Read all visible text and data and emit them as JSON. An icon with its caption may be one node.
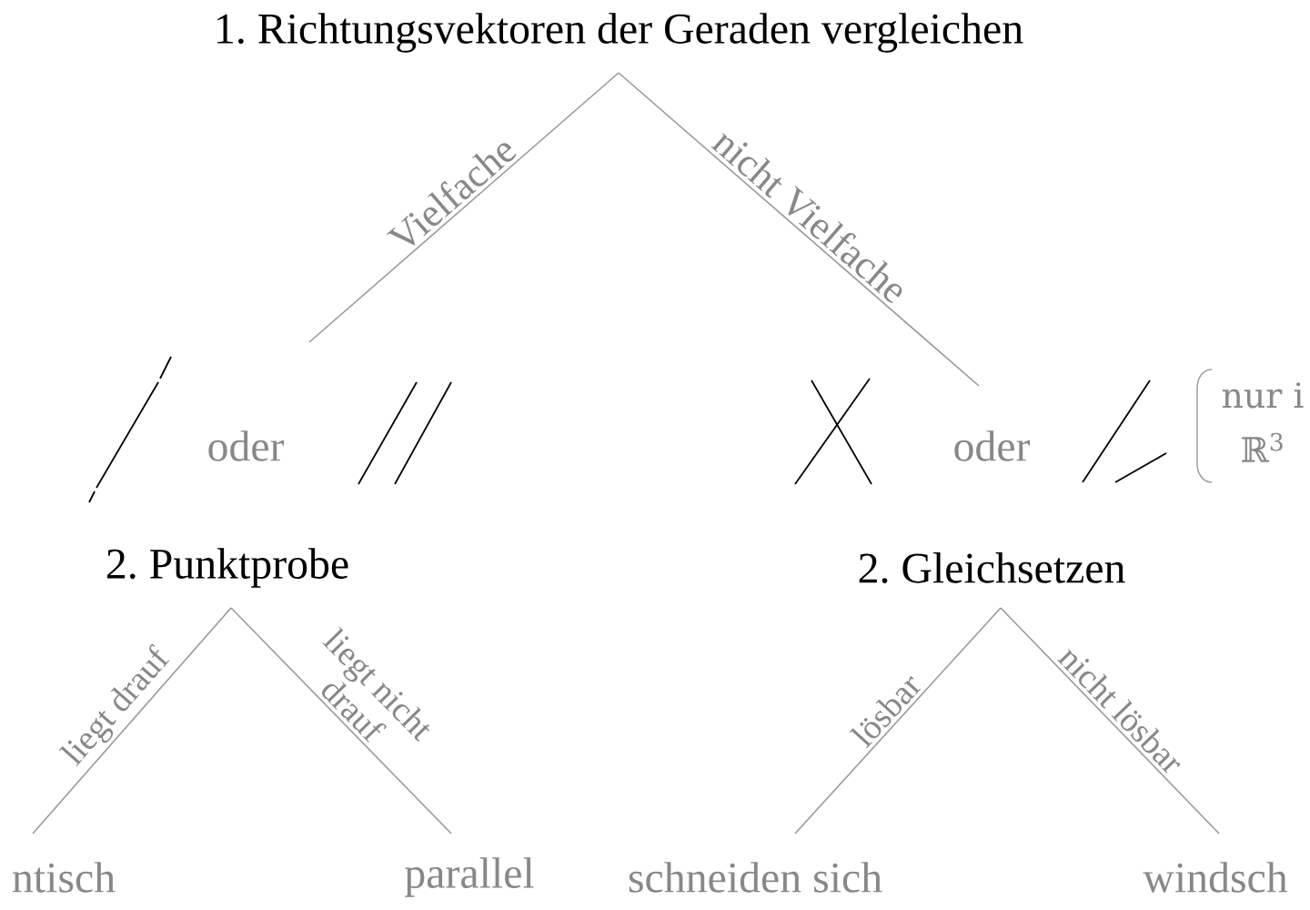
{
  "diagram": {
    "nodes": [
      {
        "text": [
          "1. Richtungsvektoren der Geraden vergleichen"
        ]
      },
      {
        "text": [
          "oder"
        ]
      },
      {
        "text": [
          "oder"
        ]
      },
      {
        "text": [
          "2. Punktprobe"
        ]
      },
      {
        "text": [
          "2. Gleichsetzen"
        ]
      },
      {
        "text": [
          "ntisch"
        ]
      },
      {
        "text": [
          "parallel"
        ]
      },
      {
        "text": [
          "schneiden sich"
        ]
      },
      {
        "text": [
          "windsch"
        ]
      }
    ],
    "edges": [
      {
        "from": 0,
        "to": 1,
        "arrow": "none",
        "label": "Vielfache"
      },
      {
        "from": 0,
        "to": 2,
        "arrow": "none",
        "label": "nicht Vielfache"
      },
      {
        "from": 3,
        "to": 5,
        "arrow": "none",
        "label": "liegt drauf"
      },
      {
        "from": 3,
        "to": 6,
        "arrow": "none",
        "label": "liegt nicht drauf"
      },
      {
        "from": 4,
        "to": 7,
        "arrow": "none",
        "label": "lösbar"
      },
      {
        "from": 4,
        "to": 8,
        "arrow": "none",
        "label": "nicht lösbar"
      }
    ],
    "labels": [
      "nur i ℝ$^{3}$"
    ]
  }
}
